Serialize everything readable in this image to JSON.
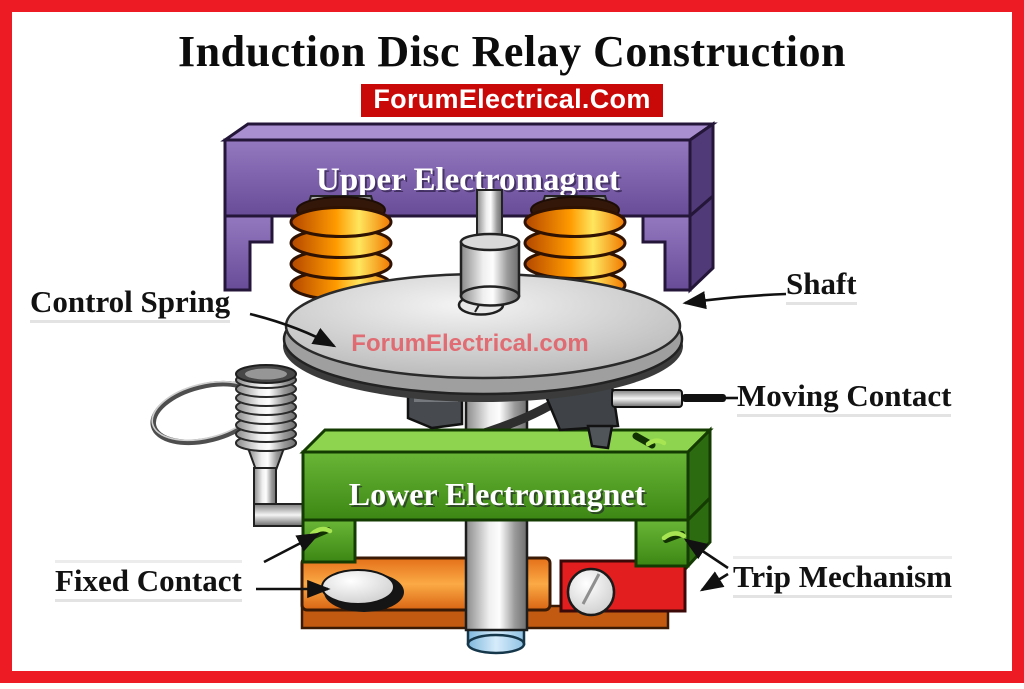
{
  "header": {
    "title": "Induction Disc Relay Construction",
    "brand": "ForumElectrical.Com"
  },
  "watermark": "ForumElectrical.com",
  "parts": {
    "upper_electromagnet": "Upper Electromagnet",
    "lower_electromagnet": "Lower Electromagnet"
  },
  "callouts": {
    "control_spring": "Control Spring",
    "shaft": "Shaft",
    "moving_contact": "Moving Contact",
    "fixed_contact": "Fixed Contact",
    "trip_mechanism": "Trip Mechanism"
  },
  "colors": {
    "frame_red": "#ed1c24",
    "banner_red": "#c90808",
    "upper_purple": "#7a5cab",
    "lower_green": "#4f9a1f",
    "coil_orange": "#ff8c00",
    "base_orange": "#ef7c1e",
    "trip_red": "#e31e1e",
    "watermark_pink": "#e4565e"
  }
}
